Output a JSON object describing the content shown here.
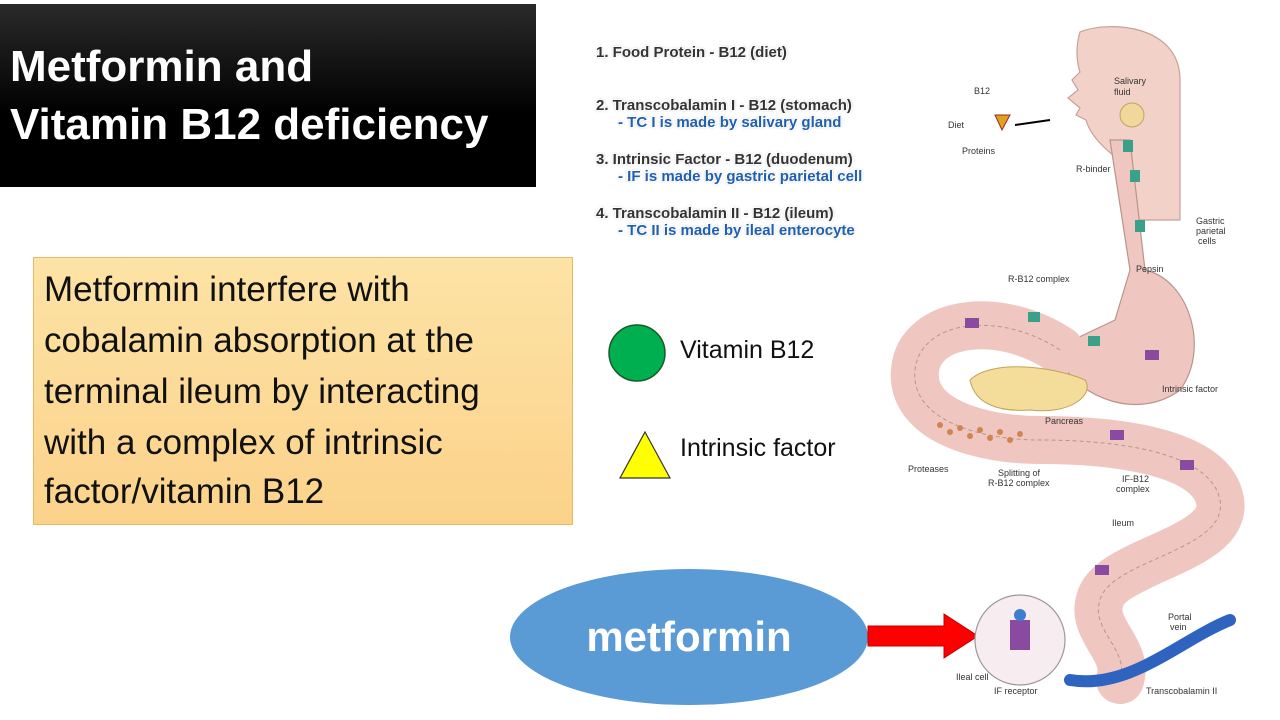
{
  "title": {
    "line1": "Metformin and",
    "line2": "Vitamin B12 deficiency"
  },
  "description": {
    "lines": [
      "Metformin interfere with",
      "cobalamin absorption at the",
      "terminal ileum by interacting",
      "with a complex of intrinsic",
      "factor/vitamin B12"
    ]
  },
  "steps": {
    "s1": "1. Food Protein - B12 (diet)",
    "s2": "2. Transcobalamin I - B12 (stomach)",
    "s2_sub": "- TC I is made by salivary gland",
    "s3": "3. Intrinsic Factor - B12 (duodenum)",
    "s3_sub": "- IF is made by gastric parietal cell",
    "s4": "4. Transcobalamin II - B12 (ileum)",
    "s4_sub": "- TC II is made by ileal enterocyte"
  },
  "legend": {
    "b12_label": "Vitamin B12",
    "b12_color": "#00b050",
    "if_label": "Intrinsic factor",
    "if_color": "#ffff00"
  },
  "metformin": {
    "label": "metformin",
    "oval_color": "#5b9bd5",
    "arrow_color": "#ff0000"
  },
  "anatomy_labels": {
    "b12": "B12",
    "diet": "Diet",
    "proteins": "Proteins",
    "salivary": "Salivary",
    "fluid": "fluid",
    "r_binder": "R-binder",
    "gastric": "Gastric",
    "parietal": "parietal",
    "cells": "cells",
    "pepsin": "Pepsin",
    "rb12_complex": "R-B12 complex",
    "intrinsic_factor": "Intrinsic factor",
    "pancreas": "Pancreas",
    "proteases": "Proteases",
    "splitting_of": "Splitting of",
    "splitting_complex": "R-B12 complex",
    "if_b12": "IF-B12",
    "complex": "complex",
    "ileum": "Ileum",
    "portal": "Portal",
    "vein": "vein",
    "ileal_cell": "Ileal cell",
    "if_receptor": "IF receptor",
    "transcobalamin_ii": "Transcobalamin II"
  }
}
